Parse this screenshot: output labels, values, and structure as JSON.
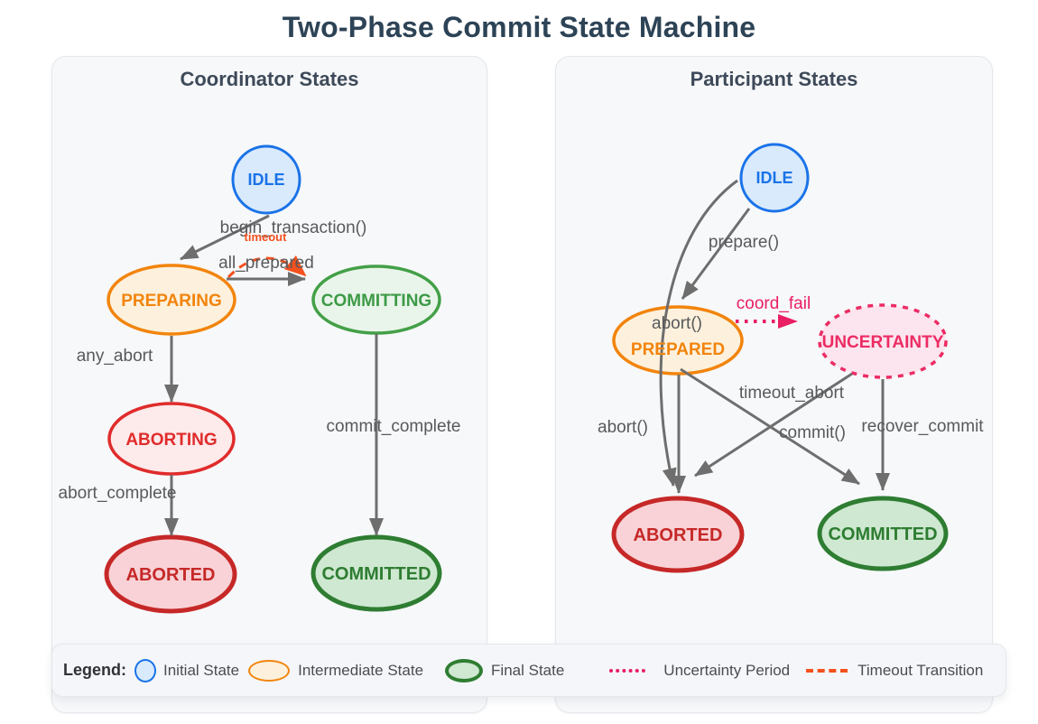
{
  "title": "Two-Phase Commit State Machine",
  "panels": {
    "coordinator": {
      "title": "Coordinator States",
      "nodes": {
        "idle": {
          "label": "IDLE"
        },
        "preparing": {
          "label": "PREPARING"
        },
        "committing": {
          "label": "COMMITTING"
        },
        "aborting": {
          "label": "ABORTING"
        },
        "aborted": {
          "label": "ABORTED"
        },
        "committed": {
          "label": "COMMITTED"
        }
      },
      "edges": {
        "begin_transaction": {
          "label": "begin_transaction()",
          "from": "IDLE",
          "to": "PREPARING"
        },
        "timeout": {
          "label": "timeout",
          "from": "PREPARING",
          "to": "COMMITTING"
        },
        "all_prepared": {
          "label": "all_prepared",
          "from": "PREPARING",
          "to": "COMMITTING"
        },
        "any_abort": {
          "label": "any_abort",
          "from": "PREPARING",
          "to": "ABORTING"
        },
        "abort_complete": {
          "label": "abort_complete",
          "from": "ABORTING",
          "to": "ABORTED"
        },
        "commit_complete": {
          "label": "commit_complete",
          "from": "COMMITTING",
          "to": "COMMITTED"
        }
      }
    },
    "participant": {
      "title": "Participant States",
      "nodes": {
        "idle": {
          "label": "IDLE"
        },
        "prepared": {
          "label": "PREPARED"
        },
        "uncertainty": {
          "label": "UNCERTAINTY"
        },
        "aborted": {
          "label": "ABORTED"
        },
        "committed": {
          "label": "COMMITTED"
        }
      },
      "edges": {
        "prepare": {
          "label": "prepare()",
          "from": "IDLE",
          "to": "PREPARED"
        },
        "abort_idle": {
          "label": "abort()",
          "from": "IDLE",
          "to": "ABORTED"
        },
        "coord_fail": {
          "label": "coord_fail",
          "from": "PREPARED",
          "to": "UNCERTAINTY"
        },
        "abort_prepared": {
          "label": "abort()",
          "from": "PREPARED",
          "to": "ABORTED"
        },
        "commit": {
          "label": "commit()",
          "from": "PREPARED",
          "to": "COMMITTED"
        },
        "timeout_abort": {
          "label": "timeout_abort",
          "from": "UNCERTAINTY",
          "to": "ABORTED"
        },
        "recover_commit": {
          "label": "recover_commit",
          "from": "UNCERTAINTY",
          "to": "COMMITTED"
        }
      }
    }
  },
  "legend": {
    "title": "Legend:",
    "items": [
      {
        "swatch": "initial-state-ellipse",
        "label": "Initial State"
      },
      {
        "swatch": "intermediate-state-ellipse",
        "label": "Intermediate State"
      },
      {
        "swatch": "final-state-ellipse",
        "label": "Final State"
      },
      {
        "swatch": "uncertainty-dotted-line",
        "label": "Uncertainty Period"
      },
      {
        "swatch": "timeout-dashed-line",
        "label": "Timeout Transition"
      }
    ]
  },
  "colors": {
    "title_text": "#2d4356",
    "panel_bg": "#f7f8fa",
    "panel_border": "#e4e7ec",
    "initial_border": "#1a73e8",
    "initial_fill": "#d9eafc",
    "intermediate_border": "#f2840c",
    "intermediate_fill": "#fdf1dd",
    "committing_border": "#43a047",
    "committing_fill": "#e9f5ea",
    "aborting_border": "#e02b2b",
    "aborting_fill": "#fdeaea",
    "final_abort_border": "#c62828",
    "final_abort_fill": "#f8d2d6",
    "final_commit_border": "#2e7d32",
    "final_commit_fill": "#cfe8d1",
    "uncertainty_border": "#ec2c64",
    "uncertainty_fill": "#fce5ee",
    "edge": "#6e6e6e",
    "edge_label": "#58595b",
    "timeout_accent": "#f4511e",
    "uncertainty_accent": "#e91e63"
  }
}
